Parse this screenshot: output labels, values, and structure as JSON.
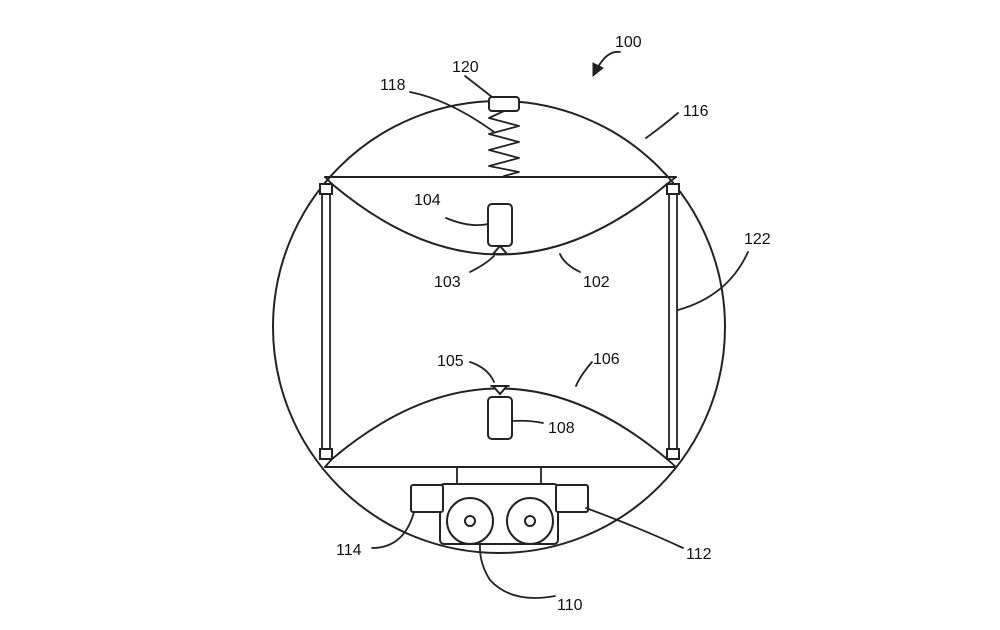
{
  "figure": {
    "reference_numbers": {
      "r100": "100",
      "r102": "102",
      "r103": "103",
      "r104": "104",
      "r105": "105",
      "r106": "106",
      "r108": "108",
      "r110": "110",
      "r112": "112",
      "r114": "114",
      "r116": "116",
      "r118": "118",
      "r120": "120",
      "r122": "122"
    }
  },
  "colors": {
    "line": "#222222",
    "background": "#ffffff"
  }
}
